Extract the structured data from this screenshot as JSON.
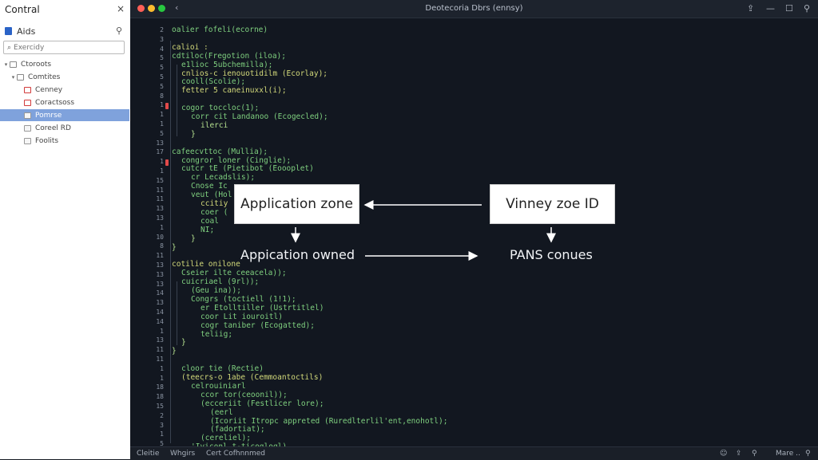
{
  "sidebar": {
    "title": "Contral",
    "close_glyph": "×",
    "header_label": "Aids",
    "pin_glyph": "⚲",
    "search_placeholder": "Exercidy",
    "items": [
      {
        "label": "Ctoroots",
        "chevron": "▾",
        "indent": 0
      },
      {
        "label": "Comtites",
        "chevron": "▾",
        "indent": 1
      },
      {
        "label": "Cenney",
        "indent": 2
      },
      {
        "label": "Coractsoss",
        "indent": 2
      },
      {
        "label": "Pomrse",
        "indent": 2,
        "selected": true
      },
      {
        "label": "Coreel RD",
        "indent": 2
      },
      {
        "label": "Foolits",
        "indent": 2
      }
    ]
  },
  "window": {
    "title": "Deotecoria Dbrs (ennsy)",
    "back_glyph": "‹",
    "icons": {
      "share": "⇪",
      "minimize": "—",
      "restore": "☐",
      "pin": "⚲"
    }
  },
  "gutter": {
    "lines": [
      "2",
      "3",
      "4",
      "5",
      "5",
      "5",
      "5",
      "8",
      "1",
      "1",
      "1",
      "5",
      "13",
      "17",
      "1",
      "1",
      "15",
      "11",
      "11",
      "13",
      "13",
      "1",
      "10",
      "8",
      "11",
      "13",
      "13",
      "13",
      "14",
      "13",
      "14",
      "14",
      "1",
      "13",
      "11",
      "11",
      "1",
      "1",
      "18",
      "18",
      "15",
      "2",
      "3",
      "1",
      "5"
    ],
    "breakpoints": [
      8,
      14
    ]
  },
  "code_lines": [
    {
      "t": "oalier fofeli(ecorne)",
      "c": "fn",
      "i": 0
    },
    {
      "t": "",
      "c": "fn",
      "i": 0
    },
    {
      "t": "calioi :",
      "c": "kw",
      "i": 0
    },
    {
      "t": "cdtiloc(Fregotion (iloa);",
      "c": "fn",
      "i": 0
    },
    {
      "t": "e1lioc 5ubchemilla);",
      "c": "fn",
      "i": 1
    },
    {
      "t": "cnlios-c ienouotidilm (Ecorlay);",
      "c": "kw",
      "i": 1
    },
    {
      "t": "cooll(Scolie);",
      "c": "fn",
      "i": 1
    },
    {
      "t": "fetter 5 caneinuxxl(i);",
      "c": "kw",
      "i": 1
    },
    {
      "t": "",
      "c": "fn",
      "i": 0
    },
    {
      "t": "cogor toccloc(1);",
      "c": "fn",
      "i": 1
    },
    {
      "t": "corr cit Landanoo (Ecogecled);",
      "c": "fn",
      "i": 2
    },
    {
      "t": "ilerci",
      "c": "st",
      "i": 3
    },
    {
      "t": "}",
      "c": "st",
      "i": 2
    },
    {
      "t": "",
      "c": "fn",
      "i": 0
    },
    {
      "t": "cafeecvttoc (Mullia);",
      "c": "fn",
      "i": 0
    },
    {
      "t": "congror loner (Cinglie);",
      "c": "fn",
      "i": 1
    },
    {
      "t": "cutcr tE (Pietibot (Eoooplet)",
      "c": "fn",
      "i": 1
    },
    {
      "t": "cr Lecadslis);",
      "c": "fn",
      "i": 2
    },
    {
      "t": "Cnose Ic",
      "c": "fn",
      "i": 2
    },
    {
      "t": "veut (Hol",
      "c": "fn",
      "i": 2
    },
    {
      "t": "ccitiy",
      "c": "kw",
      "i": 3
    },
    {
      "t": "coer (",
      "c": "fn",
      "i": 3
    },
    {
      "t": "coal",
      "c": "fn",
      "i": 3
    },
    {
      "t": "NI;",
      "c": "fn",
      "i": 3
    },
    {
      "t": "}",
      "c": "st",
      "i": 2
    },
    {
      "t": "}",
      "c": "st",
      "i": 0
    },
    {
      "t": "",
      "c": "fn",
      "i": 0
    },
    {
      "t": "cotilie onilone",
      "c": "kw",
      "i": 0
    },
    {
      "t": "Cseier ilte ceeacela));",
      "c": "fn",
      "i": 1
    },
    {
      "t": "cuicriael (9rl));",
      "c": "fn",
      "i": 1
    },
    {
      "t": "(Geu ina));",
      "c": "fn",
      "i": 2
    },
    {
      "t": "Congrs (toctiell (1!1);",
      "c": "fn",
      "i": 2
    },
    {
      "t": "er Etolltiller (Ustrtitlel)",
      "c": "fn",
      "i": 3
    },
    {
      "t": "coor Lit iouroitl)",
      "c": "fn",
      "i": 3
    },
    {
      "t": "cogr taniber (Ecogatted);",
      "c": "fn",
      "i": 3
    },
    {
      "t": "teliig;",
      "c": "fn",
      "i": 3
    },
    {
      "t": "}",
      "c": "st",
      "i": 1
    },
    {
      "t": "}",
      "c": "st",
      "i": 0
    },
    {
      "t": "",
      "c": "fn",
      "i": 0
    },
    {
      "t": "cloor tie (Rectie)",
      "c": "fn",
      "i": 1
    },
    {
      "t": "(teecrs-o 1abe (Cemmoantoctils)",
      "c": "kw",
      "i": 1
    },
    {
      "t": "celrouiniarl",
      "c": "fn",
      "i": 2
    },
    {
      "t": "ccor tor(ceoonil));",
      "c": "fn",
      "i": 3
    },
    {
      "t": "(ecceriit (Festlicer lore);",
      "c": "fn",
      "i": 3
    },
    {
      "t": "(eerl",
      "c": "fn",
      "i": 4
    },
    {
      "t": "(Icoriit Itropc appreted (Ruredlterlil'ent,enohotl);",
      "c": "fn",
      "i": 4
    },
    {
      "t": "(fadortiat);",
      "c": "fn",
      "i": 4
    },
    {
      "t": "(cereliel);",
      "c": "fn",
      "i": 3
    },
    {
      "t": "'Iviconl t-ticoglogl)",
      "c": "fn",
      "i": 2
    }
  ],
  "diagram": {
    "box_left": "Application zone",
    "box_right": "Vinney zoe ID",
    "label_left": "Appication owned",
    "label_right": "PANS conues"
  },
  "statusbar": {
    "left": [
      "Cleitie",
      "Whgirs",
      "Cert Cofhnnmed"
    ],
    "right_icons": [
      "☺",
      "⇪",
      "⚲"
    ],
    "right_text": "Mare ..",
    "right_icon_end": "⚲"
  },
  "colors": {
    "close": "#ff5f57",
    "minimize": "#febc2e",
    "zoom": "#28c840",
    "selection": "#7fa2dc",
    "accent": "#2a63c7"
  }
}
